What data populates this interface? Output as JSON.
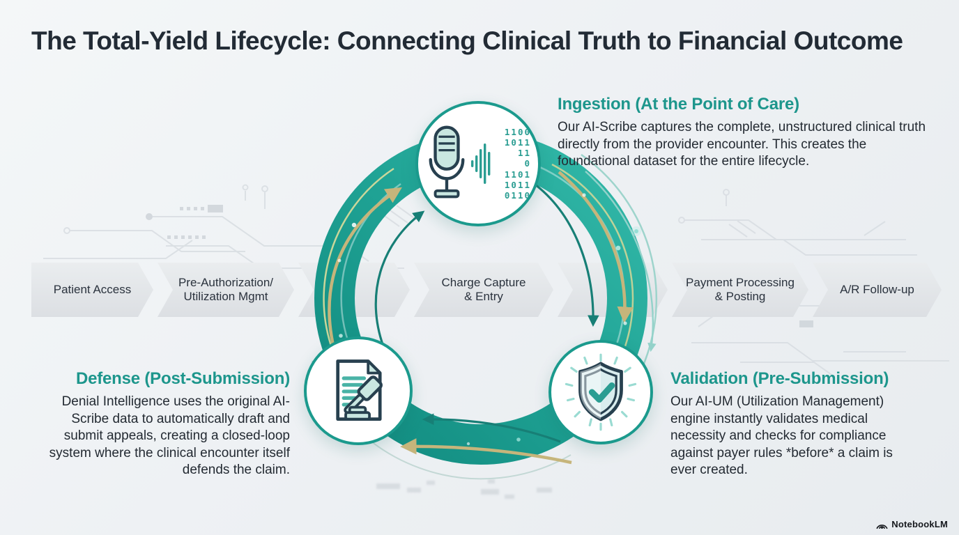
{
  "title": "The Total-Yield Lifecycle: Connecting Clinical Truth to Financial Outcome",
  "colors": {
    "accent_teal": "#1d968c",
    "ring_teal": "#17998b",
    "gold_arrow": "#c6b57b",
    "band_gray": "#e1e4e8",
    "title_dark": "#222b35",
    "icon_navy": "#27404f",
    "icon_fill": "#c9e7e1"
  },
  "process_band": {
    "steps": [
      {
        "line1": "Patient Access",
        "line2": ""
      },
      {
        "line1": "Pre-Authorization/",
        "line2": "Utilization Mgmt"
      },
      {
        "line1": "",
        "line2": ""
      },
      {
        "line1": "Charge Capture",
        "line2": "& Entry"
      },
      {
        "line1": "",
        "line2": ""
      },
      {
        "line1": "Payment Processing",
        "line2": "& Posting"
      },
      {
        "line1": "A/R Follow-up",
        "line2": ""
      }
    ]
  },
  "stages": {
    "ingestion": {
      "heading": "Ingestion (At the Point of Care)",
      "body": "Our AI-Scribe captures the complete, unstructured clinical truth directly from the provider encounter. This creates the foundational dataset for the entire lifecycle."
    },
    "validation": {
      "heading": "Validation (Pre-Submission)",
      "body": "Our AI-UM (Utilization Management) engine instantly validates medical necessity and checks for compliance against payer rules *before* a claim is ever created."
    },
    "defense": {
      "heading": "Defense (Post-Submission)",
      "body": "Denial Intelligence uses the original AI-Scribe data to automatically draft and submit appeals, creating a closed-loop system where the clinical encounter itself defends the claim."
    }
  },
  "mic_binary": [
    "1100",
    "1011",
    "11",
    "0",
    "1101",
    "1011",
    "0110"
  ],
  "icons": {
    "top_node": "microphone-binary-icon",
    "bottom_right_node": "shield-check-icon",
    "bottom_left_node": "appeal-document-gavel-icon"
  },
  "footer": {
    "brand": "NotebookLM"
  }
}
